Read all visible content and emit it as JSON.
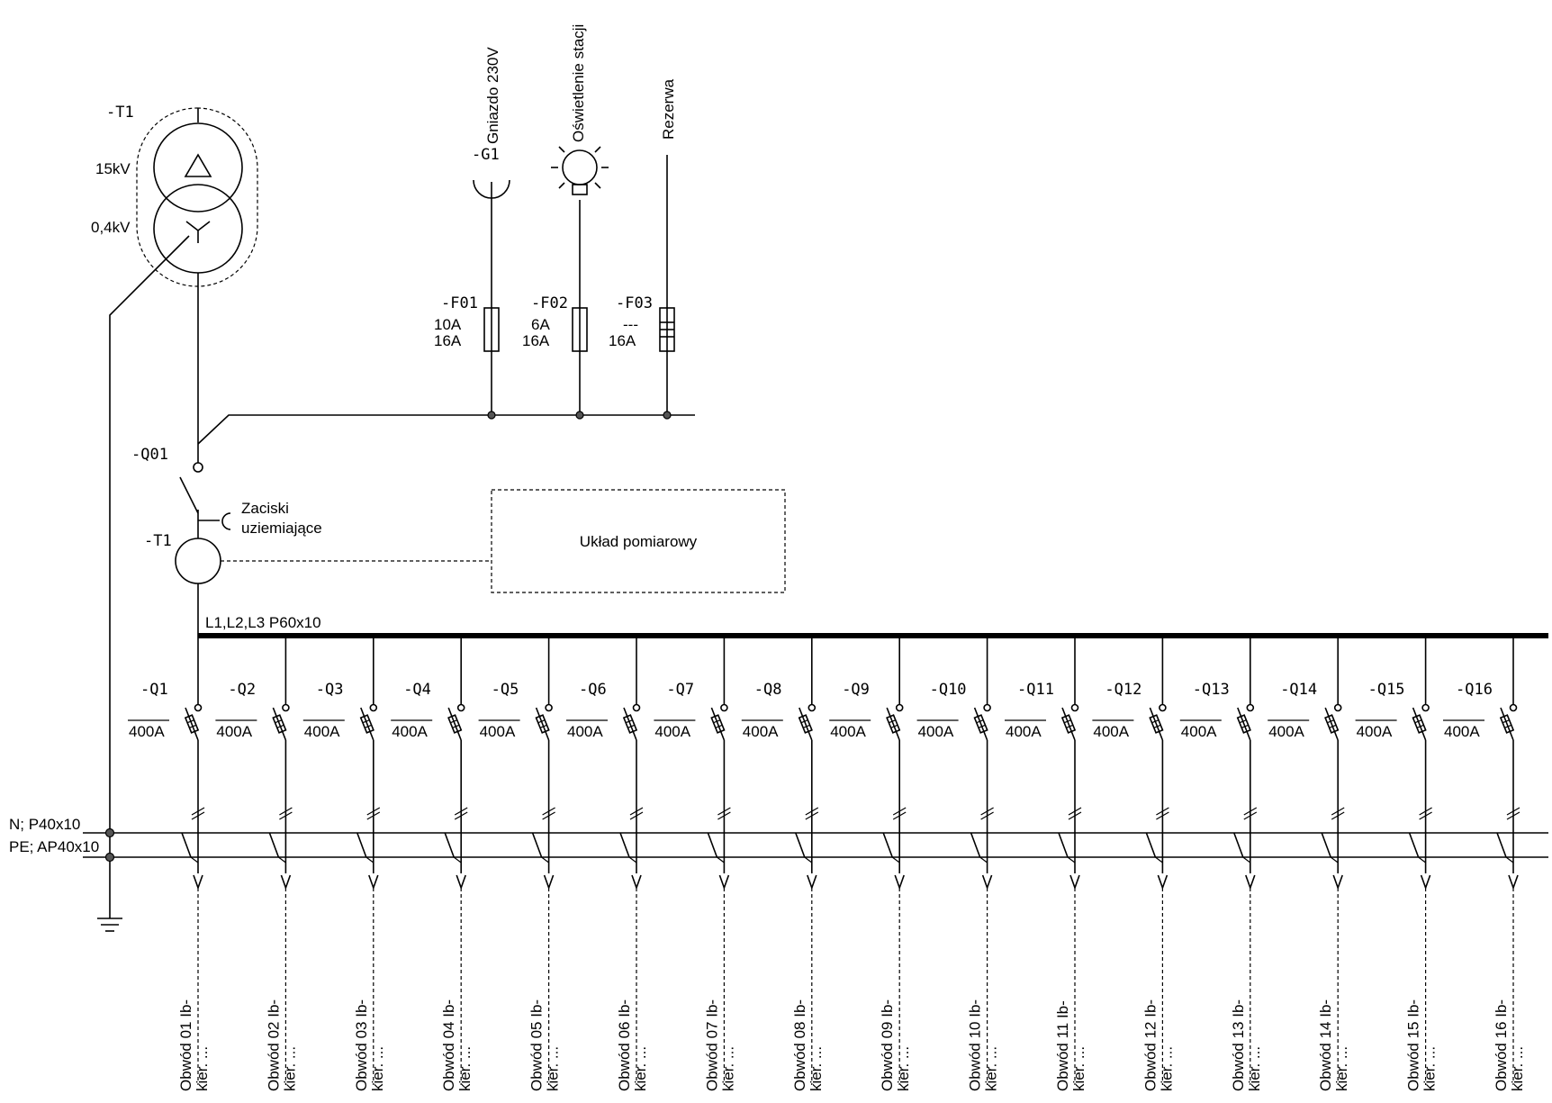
{
  "transformer": {
    "designation": "-T1",
    "hv_voltage": "15kV",
    "lv_voltage": "0,4kV"
  },
  "aux_circuits": [
    {
      "load_label": "Gniazdo 230V",
      "load_designation": "-G1",
      "fuse_designation": "-F01",
      "fuse_rating_1": "10A",
      "fuse_rating_2": "16A"
    },
    {
      "load_label": "Oświetlenie stacji",
      "load_designation": "",
      "fuse_designation": "-F02",
      "fuse_rating_1": "6A",
      "fuse_rating_2": "16A"
    },
    {
      "load_label": "Rezerwa",
      "load_designation": "",
      "fuse_designation": "-F03",
      "fuse_rating_1": "---",
      "fuse_rating_2": "16A"
    }
  ],
  "main_switch": {
    "designation": "-Q01"
  },
  "earthing_terminals": {
    "label_line1": "Zaciski",
    "label_line2": "uziemiające"
  },
  "current_transformer": {
    "designation": "-T1"
  },
  "metering": {
    "label": "Układ pomiarowy"
  },
  "busbars": {
    "phase": "L1,L2,L3 P60x10",
    "neutral": "N; P40x10",
    "pe": "PE; AP40x10"
  },
  "feeders": [
    {
      "designation": "-Q1",
      "rating": "400A",
      "circuit_line1": "Obwód 01 Ib-",
      "circuit_line2": "kier. ..."
    },
    {
      "designation": "-Q2",
      "rating": "400A",
      "circuit_line1": "Obwód 02 Ib-",
      "circuit_line2": "kier. ..."
    },
    {
      "designation": "-Q3",
      "rating": "400A",
      "circuit_line1": "Obwód 03 Ib-",
      "circuit_line2": "kier. ..."
    },
    {
      "designation": "-Q4",
      "rating": "400A",
      "circuit_line1": "Obwód 04 Ib-",
      "circuit_line2": "kier. ..."
    },
    {
      "designation": "-Q5",
      "rating": "400A",
      "circuit_line1": "Obwód 05 Ib-",
      "circuit_line2": "kier. ..."
    },
    {
      "designation": "-Q6",
      "rating": "400A",
      "circuit_line1": "Obwód 06 Ib-",
      "circuit_line2": "kier. ..."
    },
    {
      "designation": "-Q7",
      "rating": "400A",
      "circuit_line1": "Obwód 07 Ib-",
      "circuit_line2": "kier. ..."
    },
    {
      "designation": "-Q8",
      "rating": "400A",
      "circuit_line1": "Obwód 08 Ib-",
      "circuit_line2": "kier. ..."
    },
    {
      "designation": "-Q9",
      "rating": "400A",
      "circuit_line1": "Obwód 09 Ib-",
      "circuit_line2": "kier. ..."
    },
    {
      "designation": "-Q10",
      "rating": "400A",
      "circuit_line1": "Obwód 10 Ib-",
      "circuit_line2": "kier. ..."
    },
    {
      "designation": "-Q11",
      "rating": "400A",
      "circuit_line1": "Obwód 11 Ib-",
      "circuit_line2": "kier. ..."
    },
    {
      "designation": "-Q12",
      "rating": "400A",
      "circuit_line1": "Obwód 12 Ib-",
      "circuit_line2": "kier. ..."
    },
    {
      "designation": "-Q13",
      "rating": "400A",
      "circuit_line1": "Obwód 13 Ib-",
      "circuit_line2": "kier. ..."
    },
    {
      "designation": "-Q14",
      "rating": "400A",
      "circuit_line1": "Obwód 14 Ib-",
      "circuit_line2": "kier. ..."
    },
    {
      "designation": "-Q15",
      "rating": "400A",
      "circuit_line1": "Obwód 15 Ib-",
      "circuit_line2": "kier. ..."
    },
    {
      "designation": "-Q16",
      "rating": "400A",
      "circuit_line1": "Obwód 16 Ib-",
      "circuit_line2": "kier. ..."
    }
  ]
}
